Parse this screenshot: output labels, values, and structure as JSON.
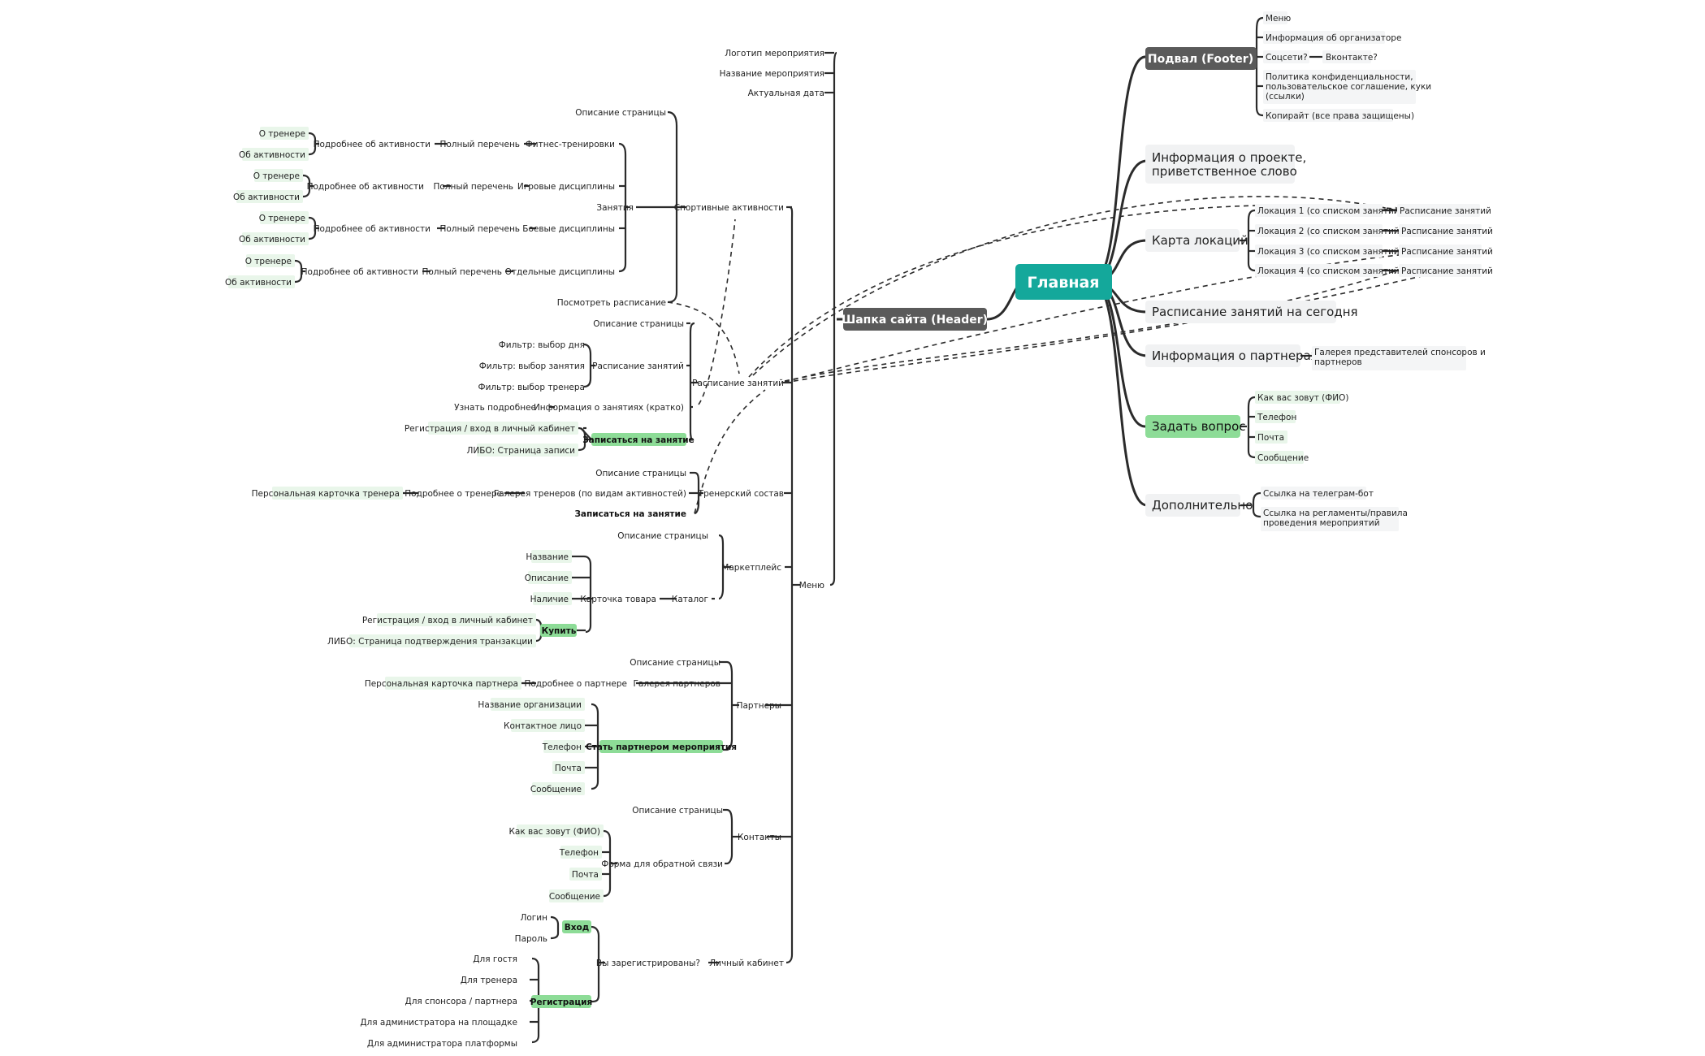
{
  "root": "Главная",
  "header": "Шапка сайта (Header)",
  "header_items": {
    "menu": "Меню",
    "logo": "Логотип мероприятия",
    "event_name": "Название мероприятия",
    "current_date": "Актуальная дата",
    "sports": "Спортивные активности",
    "page_desc": "Описание страницы",
    "classes": "Занятия",
    "view_schedule": "Посмотреть расписание",
    "class_types": [
      "Фитнес-тренировки",
      "Игровые дисциплины",
      "Боевые дисциплины",
      "Отдельные дисциплины"
    ],
    "full_list": "Полный перечень",
    "activity_details": "Подробнее об активности",
    "about_trainer": "О тренере",
    "about_activity": "Об активности",
    "schedule": "Расписание занятий",
    "schedule_page_desc": "Описание страницы",
    "schedule_sub": "Расписание занятий",
    "filters": [
      "Фильтр: выбор дня",
      "Фильтр: выбор занятия",
      "Фильтр: выбор тренера"
    ],
    "class_info": "Информация о занятиях (кратко)",
    "learn_more": "Узнать подробнее",
    "sign_up": "Записаться на занятие",
    "register_login": "Регистрация / вход в личный кабинет",
    "or_signup_page": "ЛИБО: Страница записи",
    "trainers": "Тренерский состав",
    "trainers_page_desc": "Описание страницы",
    "trainers_gallery": "Галерея тренеров (по видам активностей)",
    "trainer_more": "Подробнее о тренере",
    "trainer_card": "Персональная карточка тренера",
    "trainers_signup": "Записаться на занятие",
    "marketplace": "Маркетплейс",
    "market_page_desc": "Описание страницы",
    "catalog": "Каталог",
    "product_card": "Карточка товара",
    "product_fields": [
      "Название",
      "Описание",
      "Наличие"
    ],
    "buy": "Купить",
    "buy_register": "Регистрация / вход в личный кабинет",
    "buy_or": "ЛИБО: Страница подтверждения транзакции",
    "partners": "Партнеры",
    "partners_page_desc": "Описание страницы",
    "partners_gallery": "Галерея партнеров",
    "partner_more": "Подробнее о партнере",
    "partner_card": "Персональная карточка партнера",
    "become_partner": "Стать партнером мероприятия",
    "partner_fields": [
      "Название организации",
      "Контактное лицо",
      "Телефон",
      "Почта",
      "Сообщение"
    ],
    "contacts": "Контакты",
    "contacts_page_desc": "Описание страницы",
    "feedback_form": "Форма для обратной связи",
    "feedback_fields": [
      "Как вас зовут (ФИО)",
      "Телефон",
      "Почта",
      "Сообщение"
    ],
    "account": "Личный кабинет",
    "registered_q": "Вы зарегистрированы?",
    "login": "Вход",
    "login_fields": [
      "Логин",
      "Пароль"
    ],
    "registration": "Регистрация",
    "reg_fields": [
      "Для гостя",
      "Для тренера",
      "Для спонсора / партнера",
      "Для администратора на площадке",
      "Для администратора платформы"
    ]
  },
  "footer": "Подвал (Footer)",
  "footer_items": [
    "Меню",
    "Информация об организаторе",
    "Соцсети?",
    "Политика конфиденциальности, пользовательское соглашение, куки (ссылки)",
    "Копирайт (все права защищены)"
  ],
  "footer_vk": "Вконтакте?",
  "project_info": "Информация о проекте, приветственное слово",
  "locations_map": "Карта локаций",
  "locations": [
    "Локация 1 (со списком занятий)",
    "Локация 2 (со списком занятий)",
    "Локация 3 (со списком занятий)",
    "Локация 4 (со списком занятий)"
  ],
  "location_schedule": "Расписание занятий",
  "today_schedule": "Расписание занятий на сегодня",
  "partners_info": "Информация о партнерах",
  "partners_gallery_main": "Галерея представителей спонсоров и партнеров",
  "ask_question": "Задать вопрос",
  "ask_fields": [
    "Как вас зовут (ФИО)",
    "Телефон",
    "Почта",
    "Сообщение"
  ],
  "additional": "Дополнительно",
  "additional_items": [
    "Ссылка на телеграм-бот",
    "Ссылка на регламенты/правила проведения мероприятий"
  ],
  "colors": {
    "root": "#14a89b",
    "dark": "#5a5a5a",
    "green": "#8ddc97",
    "pale": "#e9f6ea",
    "light": "#f1f2f3"
  }
}
